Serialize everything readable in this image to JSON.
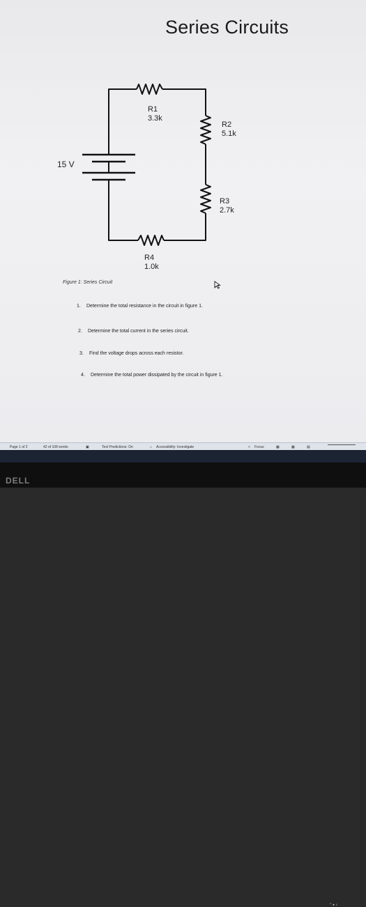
{
  "document": {
    "title": "Series Circuits",
    "figure_caption": "Figure 1: Series Circuit",
    "circuit": {
      "source": "15 V",
      "r1_name": "R1",
      "r1_value": "3.3k",
      "r2_name": "R2",
      "r2_value": "5.1k",
      "r3_name": "R3",
      "r3_value": "2.7k",
      "r4_name": "R4",
      "r4_value": "1.0k"
    },
    "questions": [
      {
        "num": "1.",
        "text": "Determine the total resistance in the circuit in figure 1."
      },
      {
        "num": "2.",
        "text": "Determine the total current in the series circuit."
      },
      {
        "num": "3.",
        "text": "Find the voltage drops across each resistor."
      },
      {
        "num": "4.",
        "text": "Determine the total power dissipated by the circuit in figure 1."
      }
    ]
  },
  "status_bar": {
    "page": "Page 1 of 2",
    "words": "42 of 108 words",
    "text_predictions": "Text Predictions: On",
    "accessibility": "Accessibility: Investigate",
    "focus": "Focus"
  },
  "monitor": {
    "brand": "DELL"
  },
  "colors": {
    "page_bg": "#ececef",
    "wire": "#111111",
    "taskbar": "#1c2333"
  }
}
